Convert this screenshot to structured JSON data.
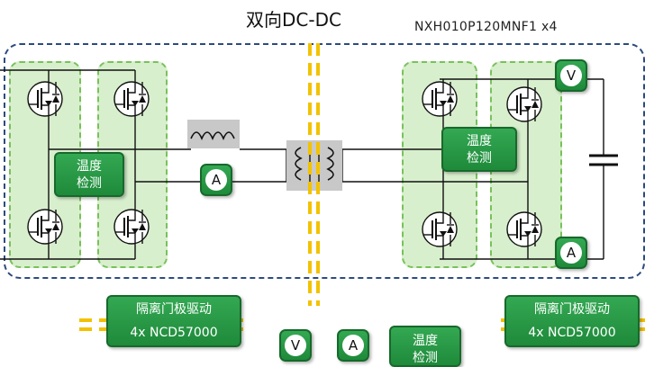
{
  "title": "双向DC-DC",
  "part_number": "NXH010P120MNF1 x4",
  "temp_sense": {
    "line1": "温度",
    "line2": "检测"
  },
  "meters": {
    "current": "A",
    "voltage": "V"
  },
  "gate_driver": {
    "line1": "隔离门极驱动",
    "line2": "4x NCD57000"
  },
  "colors": {
    "green": "#2a9d48",
    "leg_fill": "#d8efcd",
    "frame": "#2c4b7e",
    "isolation": "#f2c200"
  }
}
